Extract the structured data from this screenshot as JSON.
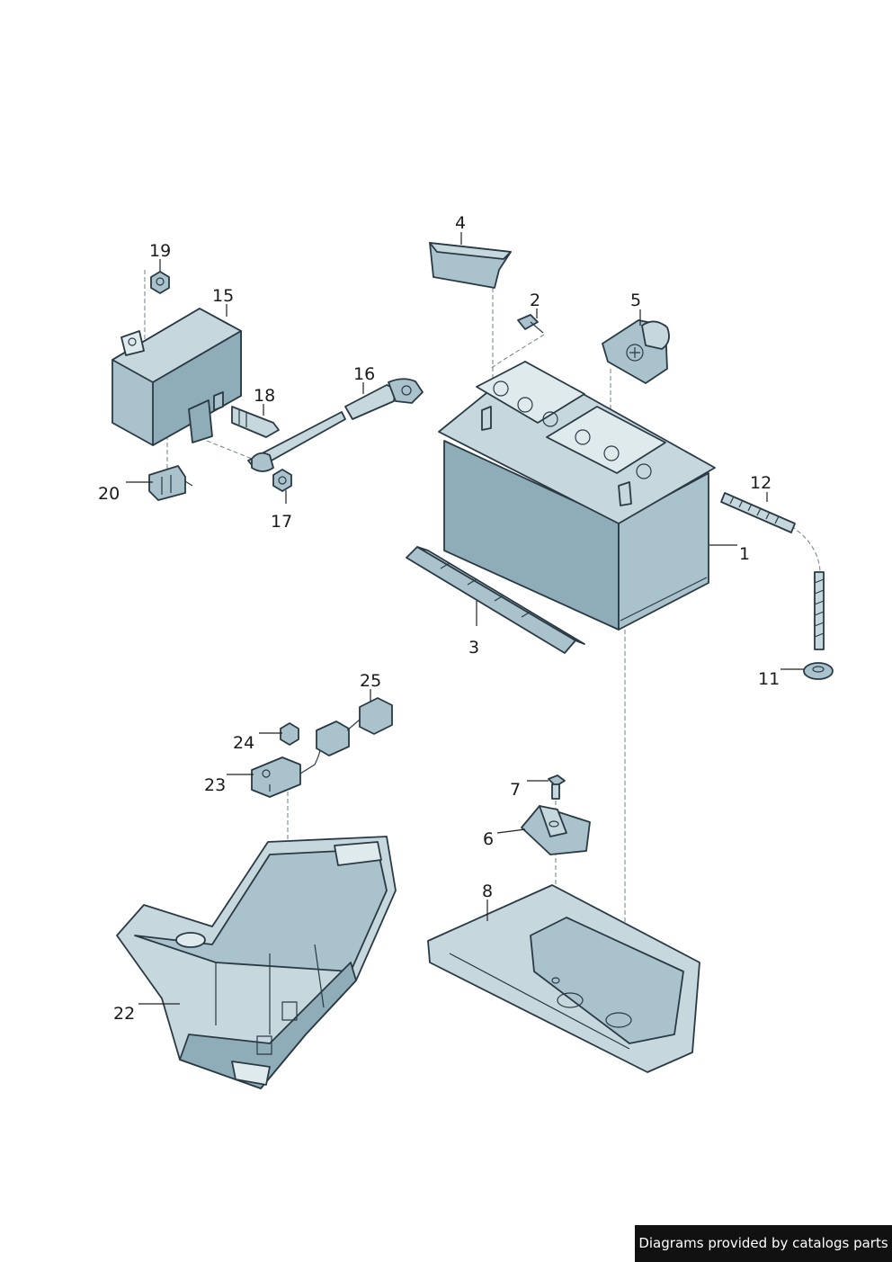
{
  "callouts": {
    "c1": "1",
    "c2": "2",
    "c3": "3",
    "c4": "4",
    "c5": "5",
    "c6": "6",
    "c7": "7",
    "c8": "8",
    "c11": "11",
    "c12": "12",
    "c15": "15",
    "c16": "16",
    "c17": "17",
    "c18": "18",
    "c19": "19",
    "c20": "20",
    "c22": "22",
    "c23": "23",
    "c24": "24",
    "c25": "25"
  },
  "footer": {
    "text": "Diagrams provided by catalogs parts"
  }
}
